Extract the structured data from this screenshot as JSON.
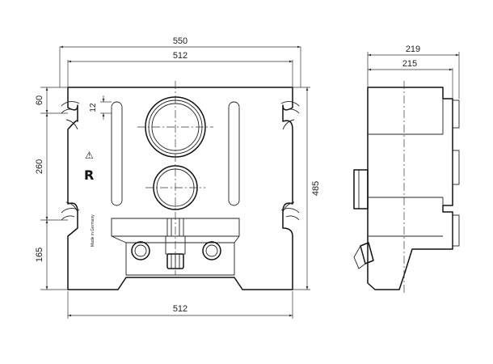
{
  "front_view": {
    "width_total": "550",
    "width_inner": "512",
    "width_bottom": "512",
    "height_total": "485",
    "height_top": "60",
    "height_middle": "260",
    "height_bottom": "165",
    "slot_offset": "12",
    "made_in_text": "Made in Germany"
  },
  "side_view": {
    "depth_total": "219",
    "depth_body": "215"
  }
}
